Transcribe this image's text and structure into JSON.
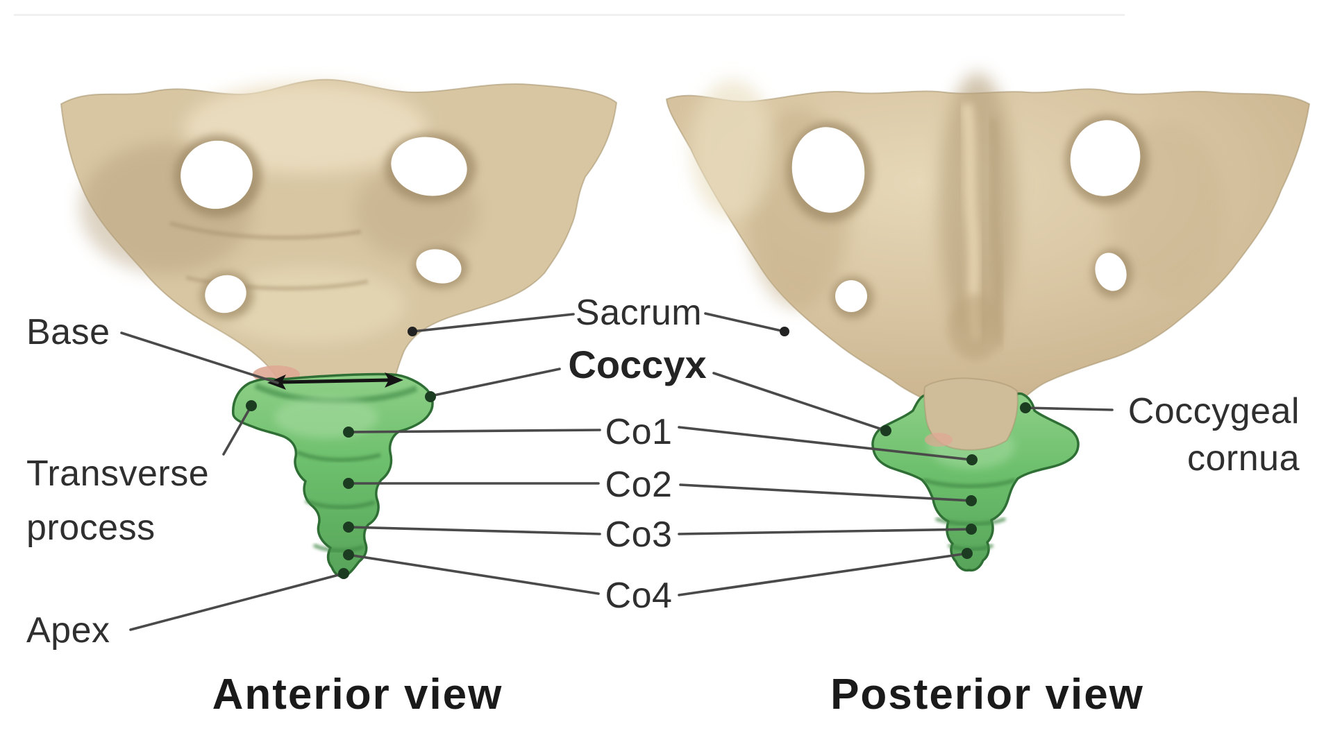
{
  "figure": {
    "title_context": "Sacrum and coccyx anatomy diagram",
    "left_labels": {
      "base": "Base",
      "transverse_line1": "Transverse",
      "transverse_line2": "process",
      "apex": "Apex"
    },
    "center_labels": {
      "sacrum": "Sacrum",
      "coccyx": "Coccyx",
      "co1": "Co1",
      "co2": "Co2",
      "co3": "Co3",
      "co4": "Co4"
    },
    "right_labels": {
      "coccygeal_line1": "Coccygeal",
      "coccygeal_line2": "cornua"
    },
    "captions": {
      "anterior": "Anterior view",
      "posterior": "Posterior view"
    },
    "colors": {
      "bone": "#d8c6a3",
      "bone_shadow": "#b49e7a",
      "bone_highlight": "#ecdfc2",
      "hole_rim": "#9c8763",
      "coccyx_green": "#6cbf6c",
      "coccyx_green_dark": "#2f6e35",
      "coccyx_green_mid": "#4a9350",
      "disc_pink": "#dfa793",
      "leader_line": "#4a4a4a",
      "marker_dot": "#1c3c22",
      "label_text": "#2f2f2f",
      "caption_text": "#1a1a1a",
      "arrow": "#141414"
    }
  }
}
